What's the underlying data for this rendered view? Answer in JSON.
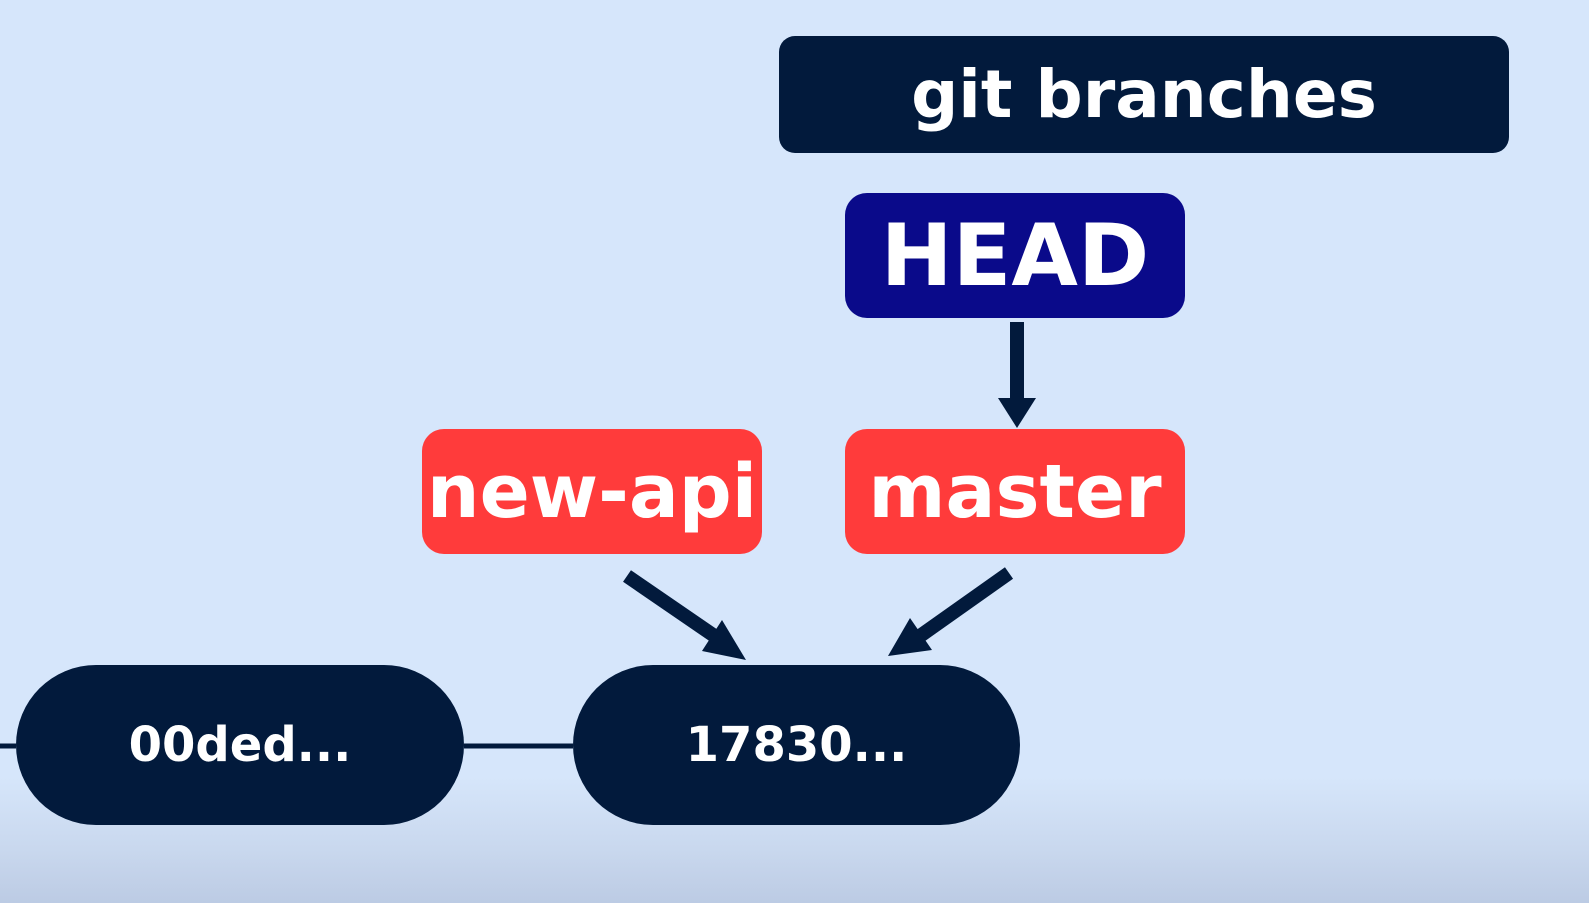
{
  "title": "git branches",
  "head": {
    "label": "HEAD"
  },
  "branches": [
    {
      "name": "new-api",
      "color": "#ff3b3b"
    },
    {
      "name": "master",
      "color": "#ff3b3b"
    }
  ],
  "commits": [
    {
      "id": "00ded..."
    },
    {
      "id": "17830..."
    }
  ],
  "colors": {
    "background": "#d6e6fb",
    "commit": "#021a3c",
    "head": "#0a0a8a",
    "branch": "#ff3b3b",
    "title_box": "#021a3c",
    "arrow": "#021a3c"
  },
  "edges": [
    {
      "from": "HEAD",
      "to": "master",
      "type": "arrow"
    },
    {
      "from": "new-api",
      "to": "17830...",
      "type": "arrow"
    },
    {
      "from": "master",
      "to": "17830...",
      "type": "arrow"
    },
    {
      "from": "00ded...",
      "to": "17830...",
      "type": "line"
    }
  ]
}
